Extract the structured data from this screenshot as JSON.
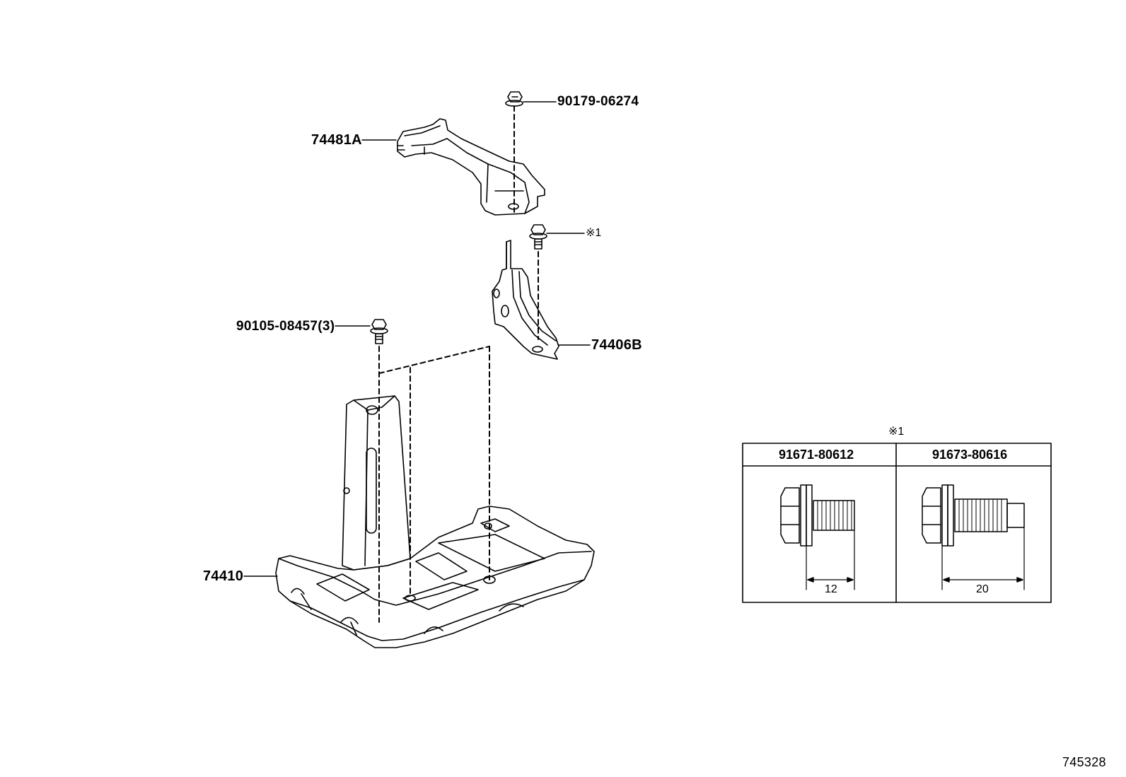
{
  "parts": {
    "bolt_top": "90179-06274",
    "bracket_upper": "74481A",
    "bolt_note": "※1",
    "bracket_side": "74406B",
    "bolt_tray": "90105-08457(3)",
    "tray": "74410"
  },
  "note_table": {
    "note": "※1",
    "columns": [
      "91671-80612",
      "91673-80616"
    ],
    "dimensions": [
      "12",
      "20"
    ]
  },
  "diagram_id": "745328"
}
